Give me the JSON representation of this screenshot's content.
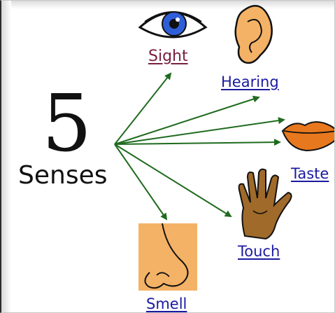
{
  "number": "5",
  "word": "Senses",
  "senses": {
    "sight": "Sight",
    "hearing": "Hearing",
    "taste": "Taste",
    "touch": "Touch",
    "smell": "Smell"
  },
  "colors": {
    "arrow": "#1f6b1f",
    "skin": "#f4b266",
    "eye_iris": "#2f5fd8",
    "lips": "#e8781e",
    "hand": "#a06a2a",
    "label": "#1a1aa0"
  },
  "icons": [
    "eye-icon",
    "ear-icon",
    "lips-icon",
    "hand-icon",
    "nose-icon"
  ]
}
